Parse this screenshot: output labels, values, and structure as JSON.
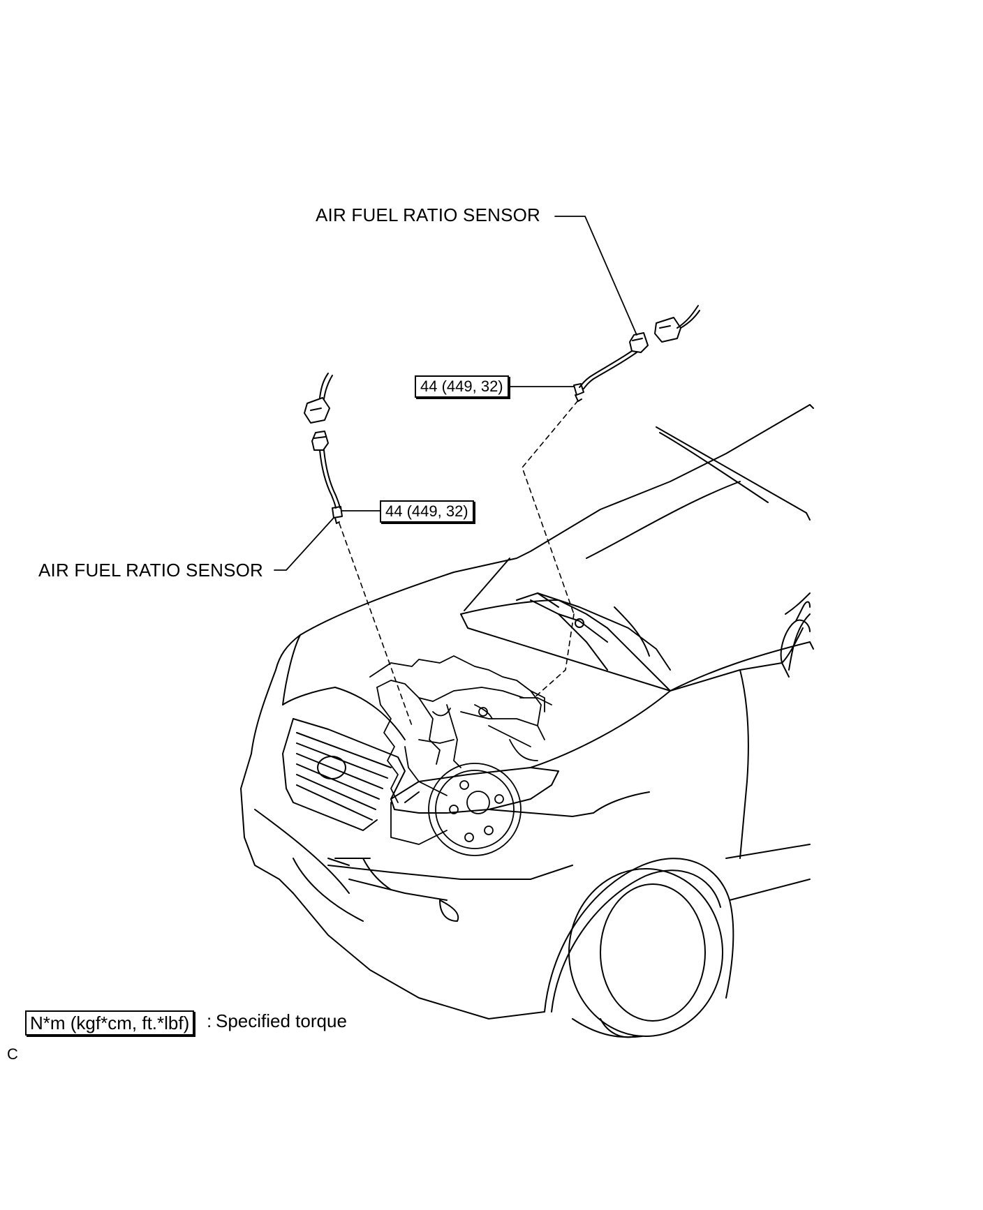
{
  "labels": {
    "sensor_upper": "AIR FUEL RATIO SENSOR",
    "sensor_lower": "AIR FUEL RATIO SENSOR",
    "torque_upper": "44 (449, 32)",
    "torque_lower": "44 (449, 32)"
  },
  "legend": {
    "unit_box": "N*m (kgf*cm, ft.*lbf)",
    "separator": ":",
    "description": "Specified torque"
  },
  "figure_code": "C",
  "icons": [
    "air-fuel-ratio-sensor-icon",
    "connector-icon",
    "car-front-icon",
    "engine-icon",
    "wheel-icon"
  ]
}
